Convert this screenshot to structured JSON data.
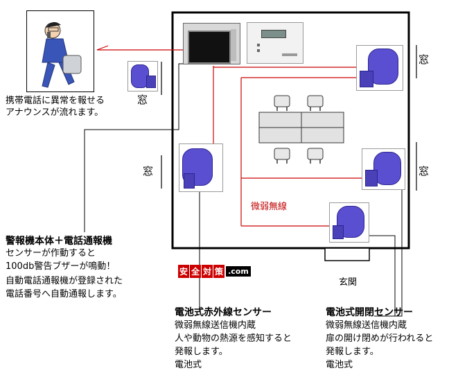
{
  "caller": {
    "text_lines": [
      "携帯電話に異常を報せる",
      "アナウンスが流れます。"
    ]
  },
  "windows": {
    "top_right": "窓",
    "top_left": "窓",
    "left": "窓",
    "right": "窓"
  },
  "wireless_label": "微弱無線",
  "entrance_label": "玄関",
  "logo": {
    "chars": [
      "安",
      "全",
      "対",
      "策"
    ],
    "suffix": ".com"
  },
  "main_unit": {
    "title": "警報機本体＋電話通報機",
    "lines": [
      "センサーが作動すると",
      "100db警告ブザーが鳴動！",
      "自動電話通報機が登録された",
      "電話番号へ自動通報します。"
    ]
  },
  "ir_sensor": {
    "title": "電池式赤外線センサー",
    "lines": [
      "微弱無線送信機内蔵",
      "人や動物の熱源を感知すると",
      "発報します。",
      "電池式"
    ]
  },
  "door_sensor": {
    "title": "電池式開閉センサー",
    "lines": [
      "微弱無線送信機内蔵",
      "扉の開け閉めが行われると",
      "発報します。",
      "電池式"
    ]
  },
  "colors": {
    "wire": "#cc0000",
    "sensor": "#5a4fd0",
    "sensor_dark": "#2b2490",
    "leader": "#000000"
  }
}
